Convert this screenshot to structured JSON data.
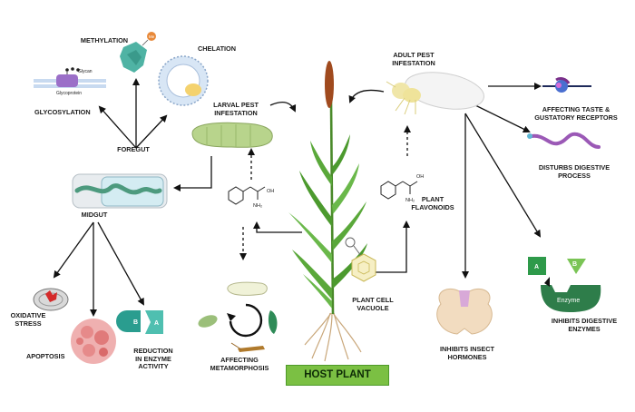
{
  "labels": {
    "methylation": "METHYLATION",
    "chelation": "CHELATION",
    "glycosylation": "GLYCOSYLATION",
    "glycan": "Glycan",
    "glycoprotein": "Glycoprotein",
    "foregut": "FOREGUT",
    "midgut": "MIDGUT",
    "oxidative_stress": "OXIDATIVE\nSTRESS",
    "apoptosis": "APOPTOSIS",
    "reduction_enzyme": "REDUCTION\nIN ENZYME\nACTIVITY",
    "larval_infestation": "LARVAL PEST\nINFESTATION",
    "affecting_metamorphosis": "AFFECTING\nMETAMORPHOSIS",
    "adult_infestation": "ADULT PEST\nINFESTATION",
    "plant_flavonoids": "PLANT\nFLAVONOIDS",
    "plant_cell_vacuole": "PLANT CELL\nVACUOLE",
    "affecting_taste": "AFFECTING TASTE &\nGUSTATORY RECEPTORS",
    "disturbs_digestive": "DISTURBS DIGESTIVE\nPROCESS",
    "inhibits_hormones": "INHIBITS INSECT\nHORMONES",
    "inhibits_enzymes": "INHIBITS DIGESTIVE\nENZYMES",
    "enzyme": "Enzyme",
    "host_plant": "HOST PLANT",
    "me": "Me",
    "oh": "OH",
    "nh2": "NH₂",
    "a": "A",
    "b": "B"
  },
  "colors": {
    "host_plant_fill": "#7bc043",
    "larva": "#b8d48c",
    "enzyme_teal": "#2a9d8f",
    "enzyme_green": "#2e8b57",
    "apoptosis": "#e07a7a",
    "oxidative": "#c0392b",
    "hormone": "#f2dcc0",
    "purple": "#9b59b6"
  }
}
